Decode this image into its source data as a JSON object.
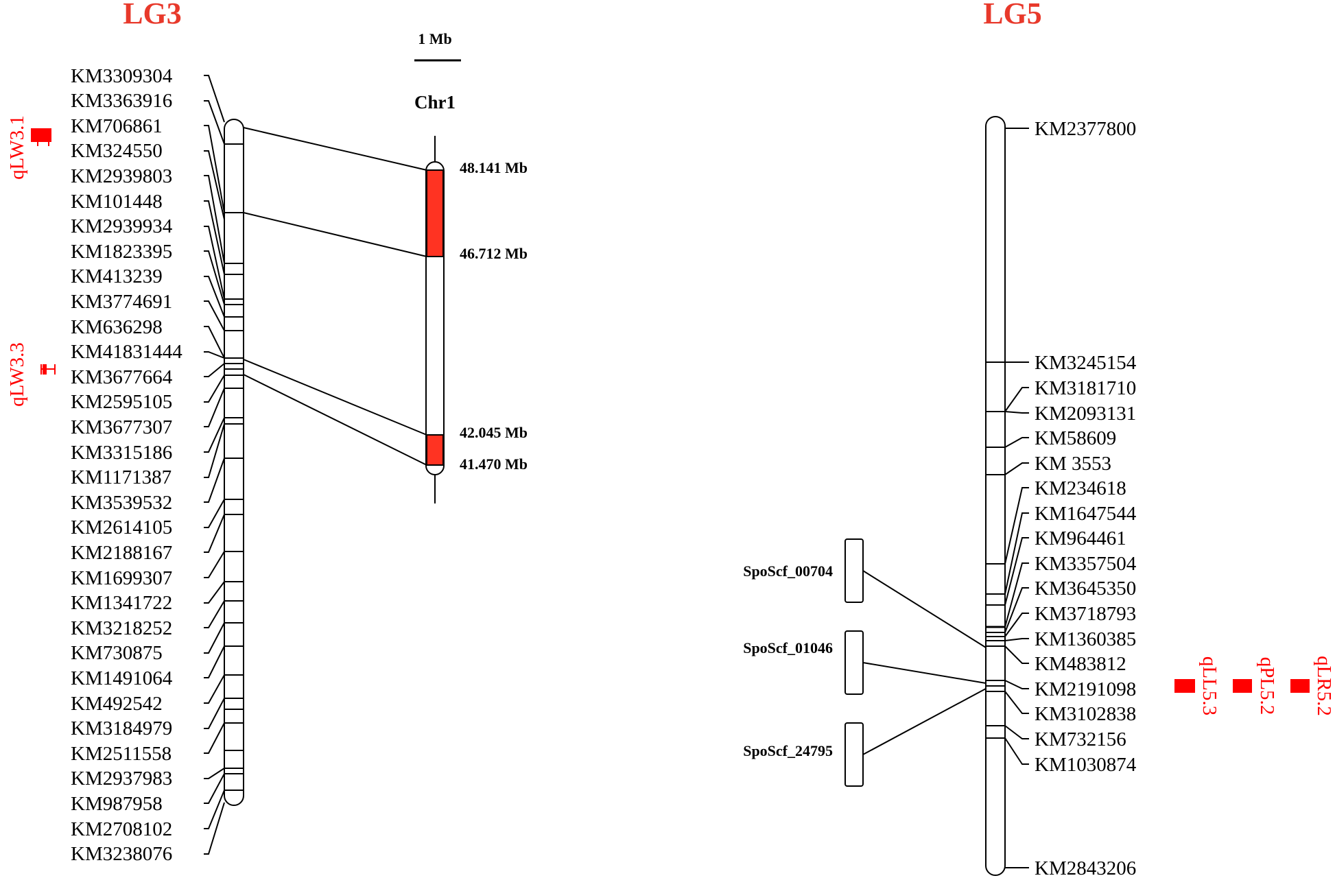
{
  "colors": {
    "title": "#E8392B",
    "qtl": "#FF0000",
    "highlight": "#FF3322",
    "line": "#000000"
  },
  "scale_bar": {
    "label": "1 Mb"
  },
  "lg3": {
    "title": "LG3",
    "markers": [
      "KM3309304",
      "KM3363916",
      "KM706861",
      "KM324550",
      "KM2939803",
      "KM101448",
      "KM2939934",
      "KM1823395",
      "KM413239",
      "KM3774691",
      "KM636298",
      "KM41831444",
      "KM3677664",
      "KM2595105",
      "KM3677307",
      "KM3315186",
      "KM1171387",
      "KM3539532",
      "KM2614105",
      "KM2188167",
      "KM1699307",
      "KM1341722",
      "KM3218252",
      "KM730875",
      "KM1491064",
      "KM492542",
      "KM3184979",
      "KM2511558",
      "KM2937983",
      "KM987958",
      "KM2708102",
      "KM3238076"
    ],
    "qtls": [
      "qLW3.1",
      "qLW3.3"
    ]
  },
  "chr1": {
    "title": "Chr1",
    "positions": [
      "48.141 Mb",
      "46.712 Mb",
      "42.045 Mb",
      "41.470 Mb"
    ]
  },
  "lg5": {
    "title": "LG5",
    "markers": [
      "KM2377800",
      "KM3245154",
      "KM3181710",
      "KM2093131",
      "KM58609",
      "KM 3553",
      "KM234618",
      "KM1647544",
      "KM964461",
      "KM3357504",
      "KM3645350",
      "KM3718793",
      "KM1360385",
      "KM483812",
      "KM2191098",
      "KM3102838",
      "KM732156",
      "KM1030874",
      "KM2843206"
    ],
    "qtls": [
      "qLL5.3",
      "qPL5.2",
      "qLR5.2"
    ]
  },
  "scaffolds": [
    "SpoScf_00704",
    "SpoScf_01046",
    "SpoScf_24795"
  ]
}
